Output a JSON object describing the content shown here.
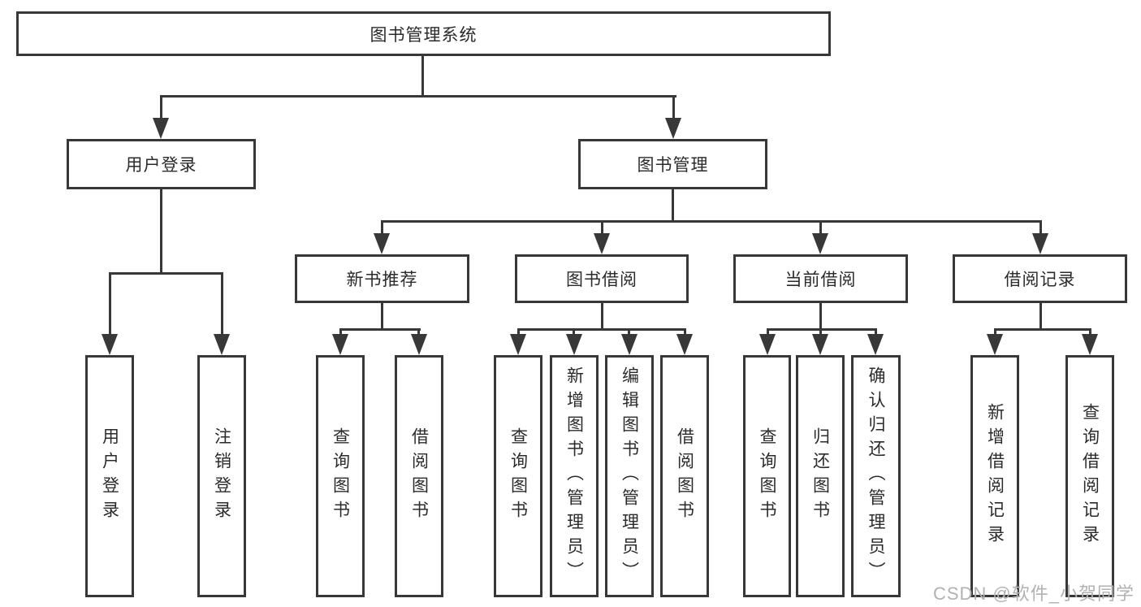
{
  "tree": {
    "label": "图书管理系统",
    "children": [
      {
        "label": "用户登录",
        "children": [
          {
            "label": "用户登录"
          },
          {
            "label": "注销登录"
          }
        ]
      },
      {
        "label": "图书管理",
        "children": [
          {
            "label": "新书推荐",
            "children": [
              {
                "label": "查询图书"
              },
              {
                "label": "借阅图书"
              }
            ]
          },
          {
            "label": "图书借阅",
            "children": [
              {
                "label": "查询图书"
              },
              {
                "label": "新增图书（管理员）"
              },
              {
                "label": "编辑图书（管理员）"
              },
              {
                "label": "借阅图书"
              }
            ]
          },
          {
            "label": "当前借阅",
            "children": [
              {
                "label": "查询图书"
              },
              {
                "label": "归还图书"
              },
              {
                "label": "确认归还（管理员）"
              }
            ]
          },
          {
            "label": "借阅记录",
            "children": [
              {
                "label": "新增借阅记录"
              },
              {
                "label": "查询借阅记录"
              }
            ]
          }
        ]
      }
    ]
  },
  "watermark": {
    "text": "CSDN @软件_小贺同学"
  },
  "colors": {
    "line": "#383838",
    "text": "#2b2b2b",
    "bg": "#ffffff",
    "watermark": "#b2b2b2"
  }
}
